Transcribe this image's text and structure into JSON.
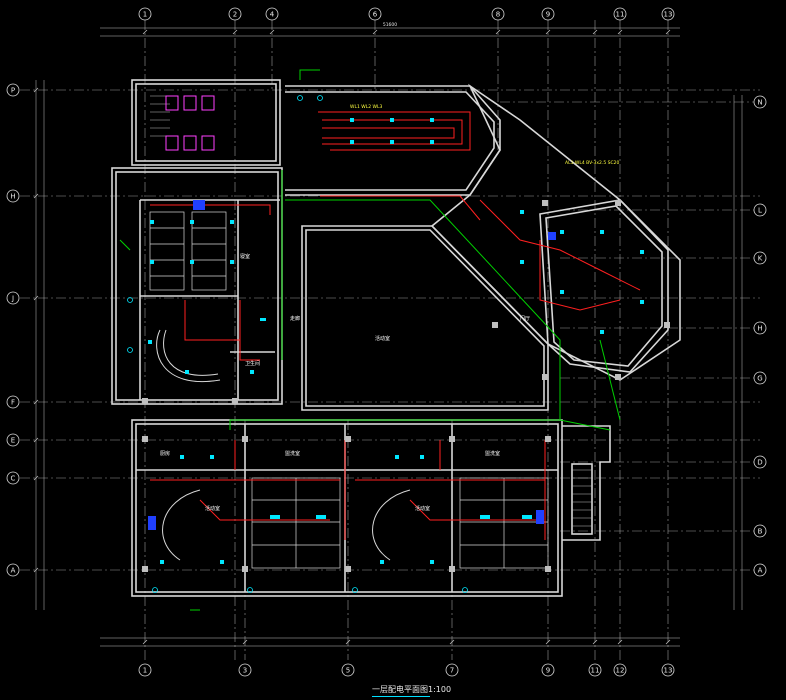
{
  "drawing": {
    "title": "一层配电平面图",
    "scale": "1:100",
    "colors": {
      "background": "#000000",
      "wall": "#d8d8d8",
      "axis": "#9a9a9a",
      "power_line": "#ff2020",
      "lighting_line": "#00e000",
      "fixture": "#00e8ff",
      "toilet": "#ff40ff",
      "label": "#ffffff",
      "annotation": "#ffff40",
      "distribution_box": "#2040ff"
    }
  },
  "axes": {
    "top": [
      "1",
      "2",
      "4",
      "6",
      "8",
      "9",
      "11",
      "13"
    ],
    "bottom": [
      "1",
      "3",
      "5",
      "7",
      "9",
      "11",
      "12",
      "13"
    ],
    "left": [
      "P",
      "H",
      "J",
      "F",
      "E",
      "C",
      "A"
    ],
    "right": [
      "N",
      "L",
      "K",
      "H",
      "G",
      "D",
      "B",
      "A"
    ]
  },
  "rooms": [
    {
      "id": "activity",
      "label": "活动室"
    },
    {
      "id": "bed-n",
      "label": "寝室"
    },
    {
      "id": "toilet-n",
      "label": "卫生间"
    },
    {
      "id": "kitchen-a",
      "label": "厨房"
    },
    {
      "id": "class-a",
      "label": "活动室"
    },
    {
      "id": "class-b",
      "label": "活动室"
    },
    {
      "id": "wash-a",
      "label": "盥洗室"
    },
    {
      "id": "wash-b",
      "label": "盥洗室"
    },
    {
      "id": "corridor",
      "label": "走廊"
    },
    {
      "id": "hall",
      "label": "门厅"
    }
  ],
  "annotations": {
    "east_note": "AL1-WL4 BV-3x2.5 SC20",
    "top_note": "WL1 WL2 WL3",
    "dim_total": "51600"
  }
}
